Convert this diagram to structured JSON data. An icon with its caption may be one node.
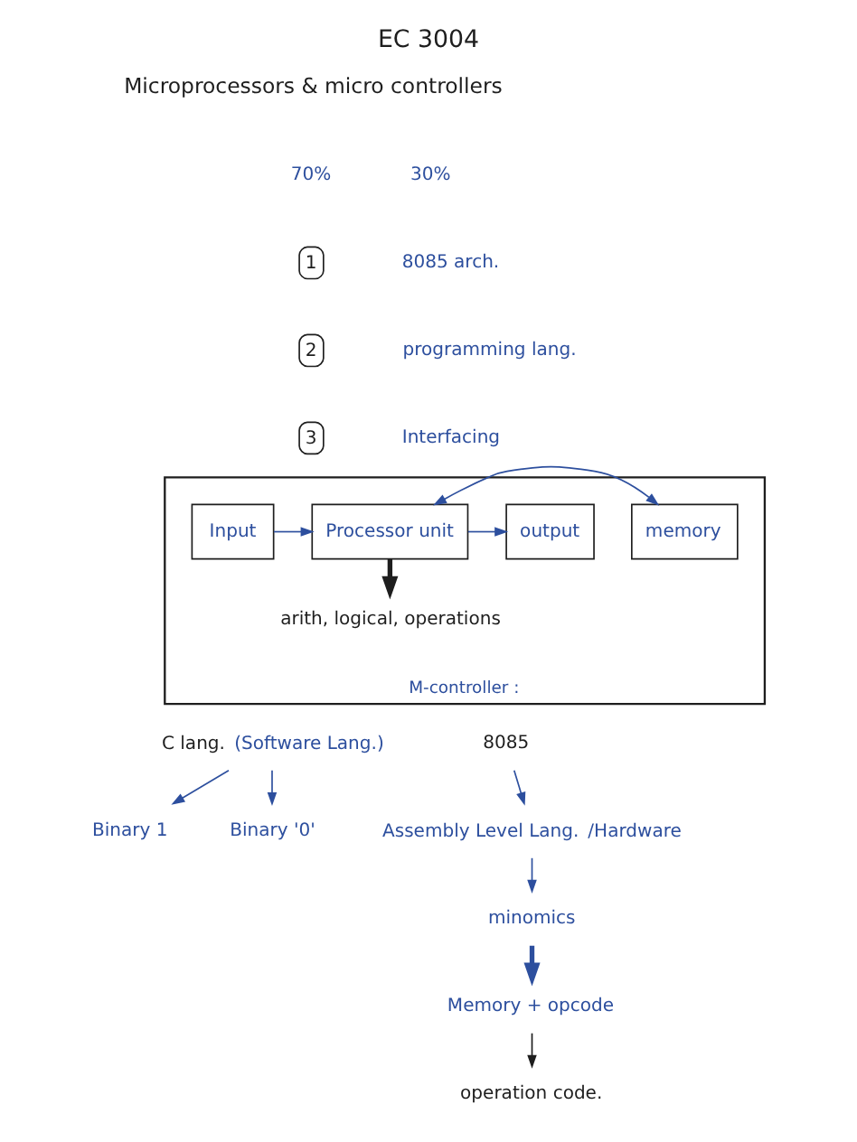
{
  "diagram": {
    "title": "EC 3004",
    "nodes": [
      {
        "text": [
          "M-controller :"
        ]
      },
      {
        "text": [
          "Input"
        ],
        "in": 0
      },
      {
        "text": [
          "Processor unit"
        ],
        "in": 0
      },
      {
        "text": [
          "memory"
        ],
        "in": 0
      },
      {
        "text": [
          "output"
        ],
        "in": 0
      },
      {
        "text": [
          "arith, logical, operations"
        ],
        "in": 0
      },
      {
        "text": [
          "C lang."
        ],
        "beside": [
          "(Software Lang.)"
        ]
      },
      {
        "text": [
          "Binary 1"
        ]
      },
      {
        "text": [
          "Binary '0'"
        ]
      },
      {
        "text": [
          "8085"
        ]
      },
      {
        "text": [
          "Assembly Level Lang."
        ],
        "beside": [
          "/Hardware"
        ]
      },
      {
        "text": [
          "minomics"
        ]
      },
      {
        "text": [
          "Memory + opcode"
        ]
      },
      {
        "text": [
          "operation code."
        ]
      }
    ],
    "edges": [
      {
        "from": 1,
        "to": 2,
        "arrow": "to"
      },
      {
        "from": 2,
        "to": 3,
        "arrow": "both"
      },
      {
        "from": 2,
        "to": 4,
        "arrow": "to"
      },
      {
        "from": 2,
        "to": 5,
        "arrow": "to",
        "style": "thick",
        "color": "#1e1e1e"
      },
      {
        "from": 6,
        "to": 7,
        "arrow": "to"
      },
      {
        "from": 6,
        "to": 8,
        "arrow": "to"
      },
      {
        "from": 9,
        "to": 10,
        "arrow": "to"
      },
      {
        "from": 10,
        "to": 11,
        "arrow": "to"
      },
      {
        "from": 11,
        "to": 12,
        "arrow": "to",
        "style": "thick"
      },
      {
        "from": 12,
        "to": 13,
        "arrow": "to",
        "color": "#1e1e1e"
      }
    ],
    "labels": [
      "Microprocessors & micro controllers",
      "70%",
      "30%",
      "1",
      "8085 arch.",
      "2",
      "programming lang.",
      "3",
      "Interfacing"
    ]
  }
}
